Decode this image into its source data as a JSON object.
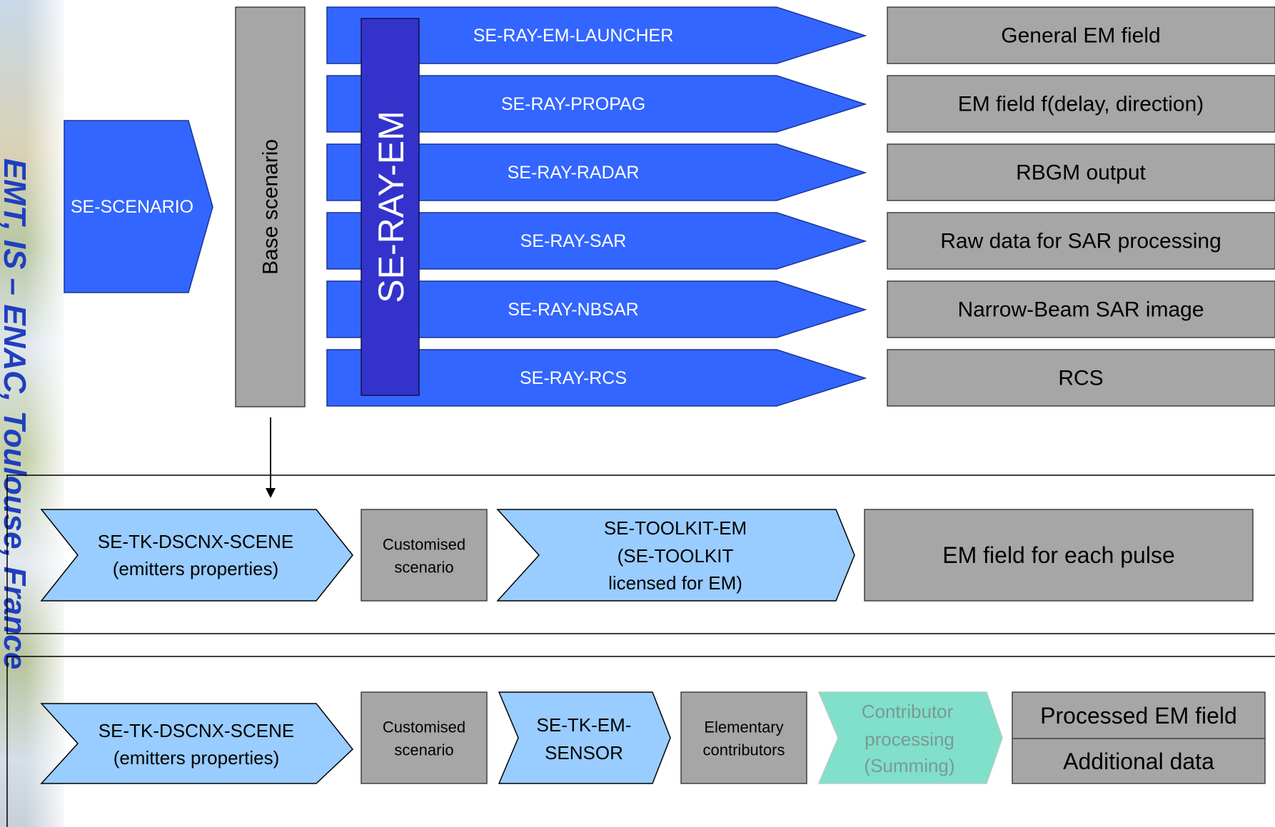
{
  "side_caption": "EMT, IS – ENAC, Toulouse, France",
  "top": {
    "scenario_chevron": "SE-SCENARIO",
    "base_scenario": "Base scenario",
    "group_label": "SE-RAY-EM",
    "modules": [
      {
        "name": "SE-RAY-EM-LAUNCHER",
        "output": "General EM field"
      },
      {
        "name": "SE-RAY-PROPAG",
        "output": "EM field f(delay, direction)"
      },
      {
        "name": "SE-RAY-RADAR",
        "output": "RBGM output"
      },
      {
        "name": "SE-RAY-SAR",
        "output": "Raw data for SAR processing"
      },
      {
        "name": "SE-RAY-NBSAR",
        "output": "Narrow-Beam SAR image"
      },
      {
        "name": "SE-RAY-RCS",
        "output": "RCS"
      }
    ]
  },
  "row2": {
    "scene": [
      "SE-TK-DSCNX-SCENE",
      "(emitters properties)"
    ],
    "customised": [
      "Customised",
      "scenario"
    ],
    "toolkit": [
      "SE-TOOLKIT-EM",
      "(SE-TOOLKIT",
      "licensed for EM)"
    ],
    "output": "EM field for each pulse"
  },
  "row3": {
    "scene": [
      "SE-TK-DSCNX-SCENE",
      "(emitters properties)"
    ],
    "customised": [
      "Customised",
      "scenario"
    ],
    "sensor": [
      "SE-TK-EM-",
      "SENSOR"
    ],
    "elementary": [
      "Elementary",
      "contributors"
    ],
    "contributor": [
      "Contributor",
      "processing",
      "(Summing)"
    ],
    "output_top": "Processed EM field",
    "output_bottom": "Additional data"
  },
  "colors": {
    "dark_blue": "#3366ff",
    "navy": "#3333cc",
    "light_blue": "#99ccff",
    "gray": "#a6a6a6",
    "teal": "#80e0cc",
    "teal_text": "#7a9a90"
  }
}
